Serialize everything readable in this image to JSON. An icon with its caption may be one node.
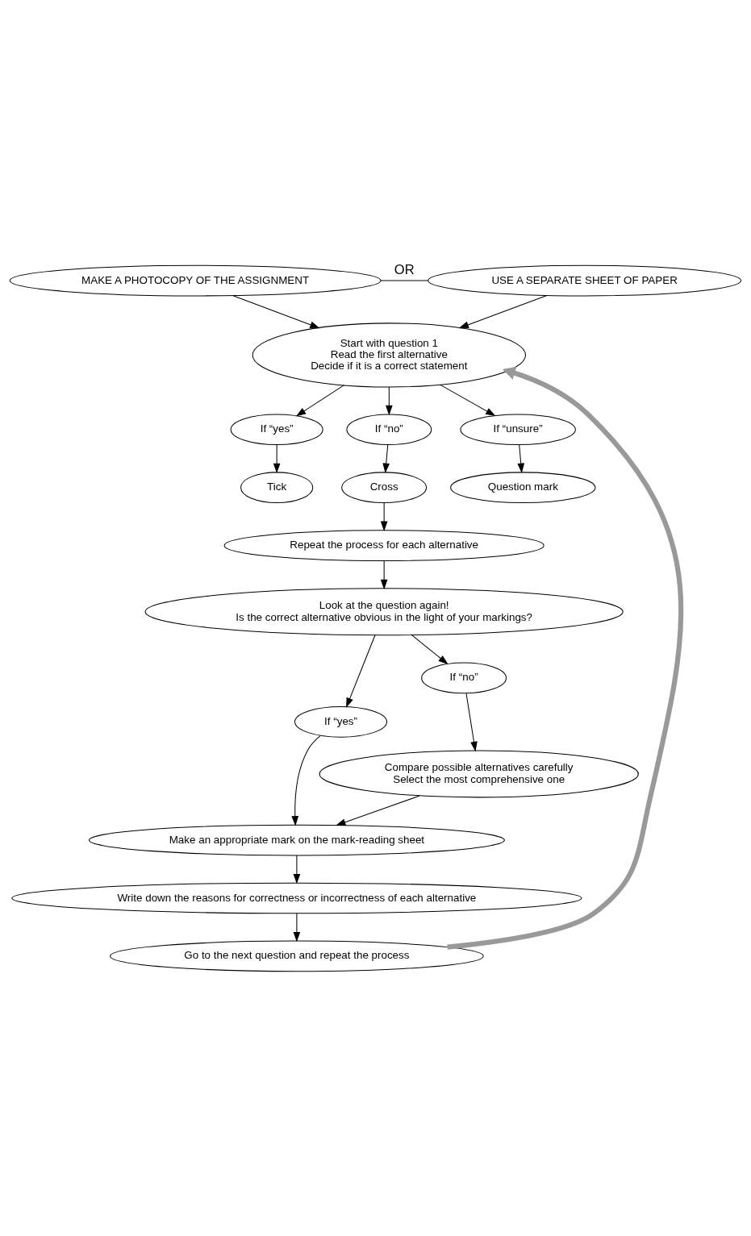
{
  "diagram": {
    "nodes": [
      {
        "text": [
          "MAKE A PHOTOCOPY OF THE ASSIGNMENT"
        ]
      },
      {
        "text": [
          "USE A SEPARATE SHEET OF PAPER"
        ]
      },
      {
        "text": [
          "Start with question 1",
          "Read the first alternative",
          "Decide if it is a correct statement"
        ]
      },
      {
        "text": [
          "If “yes”"
        ]
      },
      {
        "text": [
          "If “no”"
        ]
      },
      {
        "text": [
          "If “unsure”"
        ]
      },
      {
        "text": [
          "Tick"
        ]
      },
      {
        "text": [
          "Cross"
        ]
      },
      {
        "text": [
          "Question mark"
        ]
      },
      {
        "text": [
          "Repeat the process for each alternative"
        ]
      },
      {
        "text": [
          "Look at the question again!",
          "Is the correct alternative obvious in the light of your markings?"
        ]
      },
      {
        "text": [
          "If “yes”"
        ]
      },
      {
        "text": [
          "If “no”"
        ]
      },
      {
        "text": [
          "Compare possible alternatives carefully",
          "Select the most comprehensive one"
        ]
      },
      {
        "text": [
          "Make an appropriate mark on the mark-reading sheet"
        ]
      },
      {
        "text": [
          "Write down the reasons for correctness or incorrectness of each alternative"
        ]
      },
      {
        "text": [
          "Go to the next question and repeat the process"
        ]
      }
    ],
    "edges": [
      {
        "from": 0,
        "to": 1,
        "arrow": "none",
        "label": "OR"
      },
      {
        "from": 0,
        "to": 2,
        "arrow": "to"
      },
      {
        "from": 1,
        "to": 2,
        "arrow": "to"
      },
      {
        "from": 2,
        "to": 3,
        "arrow": "to"
      },
      {
        "from": 2,
        "to": 4,
        "arrow": "to"
      },
      {
        "from": 2,
        "to": 5,
        "arrow": "to"
      },
      {
        "from": 3,
        "to": 6,
        "arrow": "to"
      },
      {
        "from": 4,
        "to": 7,
        "arrow": "to"
      },
      {
        "from": 5,
        "to": 8,
        "arrow": "to"
      },
      {
        "from": 7,
        "to": 9,
        "arrow": "to"
      },
      {
        "from": 9,
        "to": 10,
        "arrow": "to"
      },
      {
        "from": 10,
        "to": 11,
        "arrow": "to"
      },
      {
        "from": 10,
        "to": 12,
        "arrow": "to"
      },
      {
        "from": 11,
        "to": 14,
        "arrow": "to"
      },
      {
        "from": 12,
        "to": 13,
        "arrow": "to"
      },
      {
        "from": 13,
        "to": 14,
        "arrow": "to"
      },
      {
        "from": 14,
        "to": 15,
        "arrow": "to"
      },
      {
        "from": 15,
        "to": 16,
        "arrow": "to"
      },
      {
        "from": 16,
        "to": 2,
        "arrow": "to",
        "style": "thick",
        "color": "#999999"
      }
    ]
  }
}
